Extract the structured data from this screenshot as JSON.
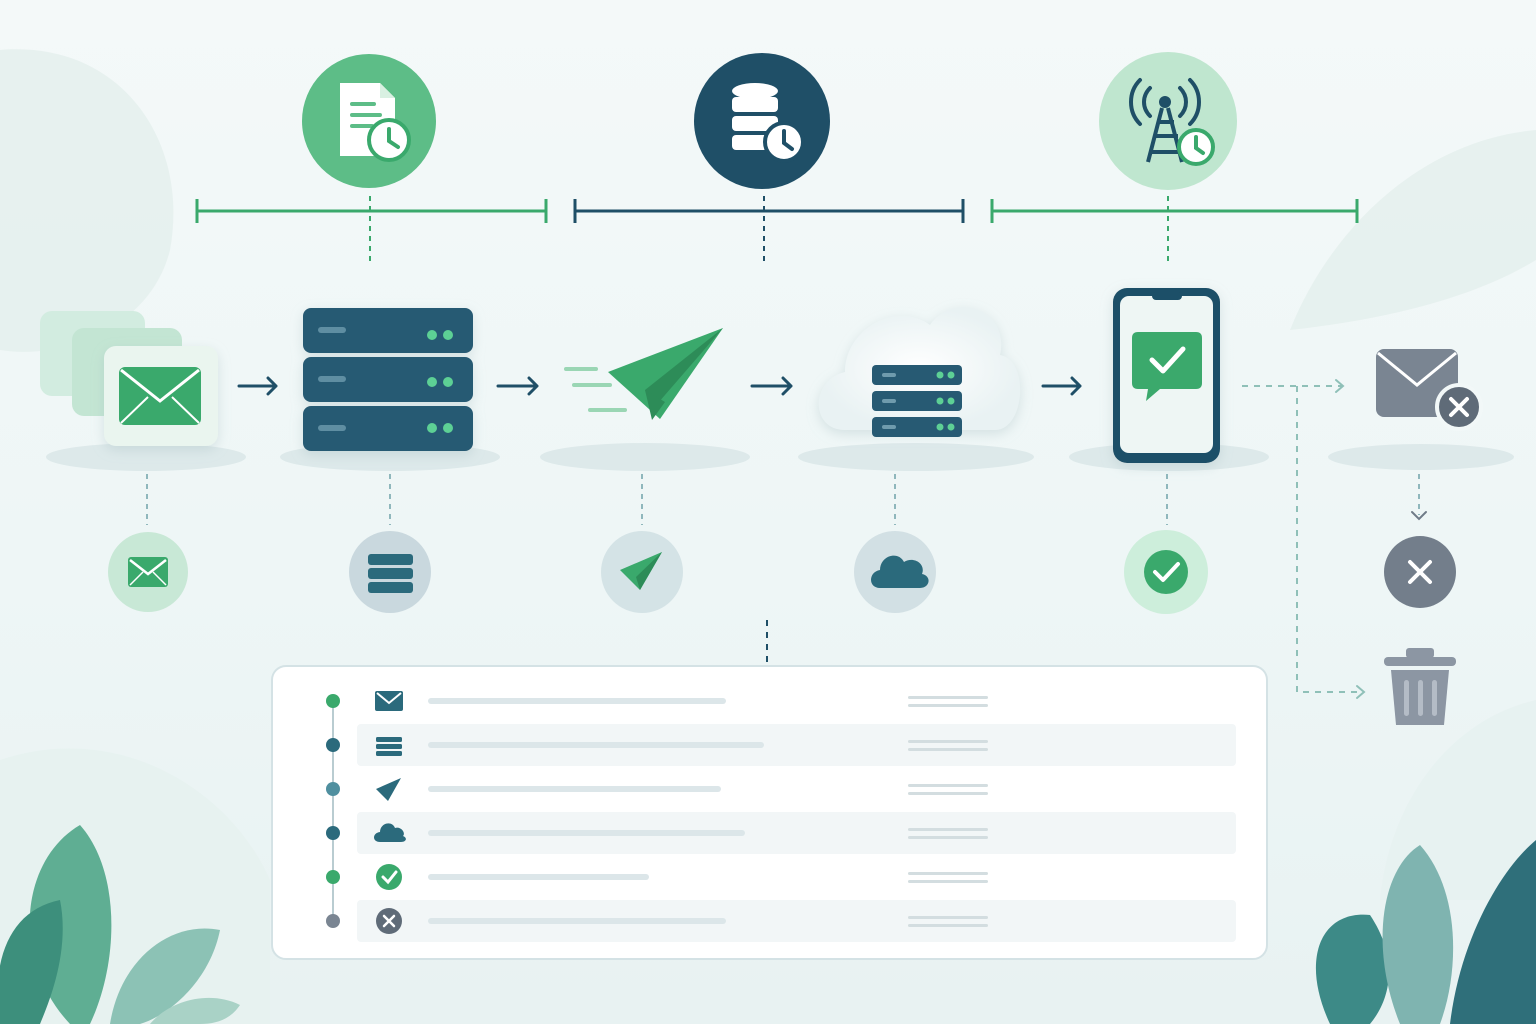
{
  "colors": {
    "green": "#3aa96c",
    "green_light": "#bfe6cf",
    "navy": "#1f4f67",
    "teal_dark": "#2b6a7c",
    "grey": "#7a8592",
    "line_bg": "#d9e4e7",
    "background": "#f2f8f8"
  },
  "retention_phases": [
    {
      "id": "file-retention",
      "icon": "document-clock-icon",
      "color": "#3aa96c"
    },
    {
      "id": "database-retention",
      "icon": "database-clock-icon",
      "color": "#1f4f67"
    },
    {
      "id": "network-retention",
      "icon": "cell-tower-clock-icon",
      "color": "#3aa96c"
    }
  ],
  "pipeline_stages": [
    {
      "id": "emails",
      "icon": "envelope-stack-icon",
      "status_icon": "envelope-icon"
    },
    {
      "id": "mail-server",
      "icon": "server-rack-icon",
      "status_icon": "server-icon"
    },
    {
      "id": "sending",
      "icon": "paper-plane-icon",
      "status_icon": "paper-plane-icon"
    },
    {
      "id": "cloud-storage",
      "icon": "cloud-server-icon",
      "status_icon": "cloud-icon"
    },
    {
      "id": "delivered-device",
      "icon": "smartphone-check-icon",
      "status_icon": "check-circle-icon"
    },
    {
      "id": "failed",
      "icon": "envelope-x-icon",
      "status_icon": "x-circle-icon"
    }
  ],
  "disposal": {
    "icon": "trash-can-icon"
  },
  "log_rows": [
    {
      "icon": "envelope-icon",
      "dot_color": "#3aa96c",
      "text_fill": 0.62,
      "shaded": false
    },
    {
      "icon": "server-icon",
      "dot_color": "#2b6a7c",
      "text_fill": 0.7,
      "shaded": true
    },
    {
      "icon": "paper-plane-icon",
      "dot_color": "#4f8f9f",
      "text_fill": 0.61,
      "shaded": false
    },
    {
      "icon": "cloud-icon",
      "dot_color": "#2b6a7c",
      "text_fill": 0.66,
      "shaded": true
    },
    {
      "icon": "check-circle-icon",
      "dot_color": "#3aa96c",
      "text_fill": 0.46,
      "shaded": false
    },
    {
      "icon": "x-circle-icon",
      "dot_color": "#7a8592",
      "text_fill": 0.62,
      "shaded": true
    }
  ]
}
